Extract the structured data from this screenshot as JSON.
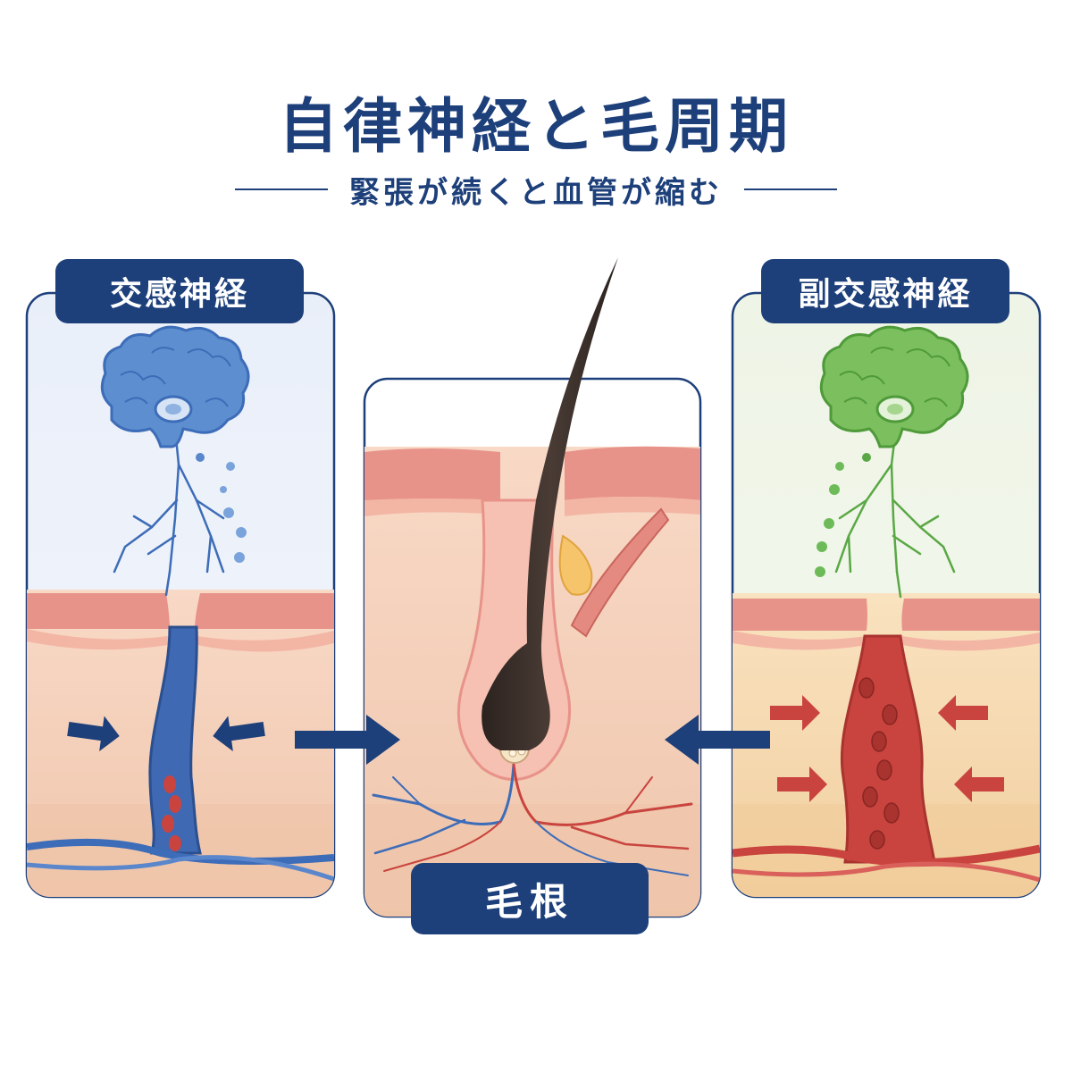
{
  "header": {
    "title": "自律神経と毛周期",
    "subtitle": "緊張が続くと血管が縮む"
  },
  "panels": {
    "sympathetic": {
      "label": "交感神経",
      "accent": "#4a78c0"
    },
    "parasympathetic": {
      "label": "副交感神経",
      "accent": "#5aa845"
    },
    "center": {
      "label": "毛根"
    }
  },
  "colors": {
    "navy": "#1d3f7a",
    "vein_blue": "#3d6cb8",
    "artery_red": "#c9443f",
    "skin_top": "#e8938a",
    "skin_mid": "#f7d2bd",
    "dermis_yellow": "#f7dcb0",
    "hair": "#3a2e29"
  },
  "icons": [
    "brain-blue-icon",
    "brain-green-icon",
    "hair-strand-icon",
    "arrow-right-icon",
    "arrow-left-icon",
    "blood-vessel-icon"
  ]
}
